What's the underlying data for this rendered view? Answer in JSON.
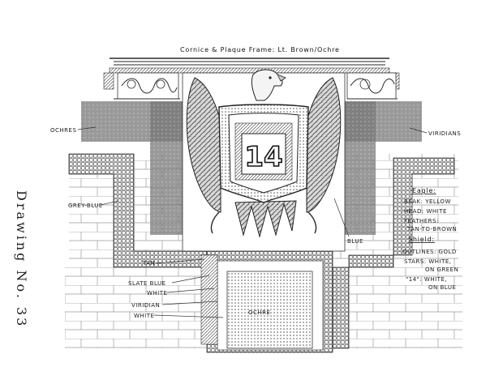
{
  "drawing_number": "Drawing No. 33",
  "title": "Cornice & Plaque Frame: Lt. Brown/Ochre",
  "plaque_number": "14",
  "left_labels": {
    "ochres": "Ochres",
    "grey_blue": "Grey-Blue",
    "tan": "Tan",
    "slate_blue": "Slate Blue",
    "white_1": "White",
    "viridian": "Viridian",
    "white_2": "White"
  },
  "center_labels": {
    "ochre": "Ochre",
    "blue": "Blue"
  },
  "right_labels": {
    "viridians": "Viridians"
  },
  "legend": {
    "eagle_heading": "Eagle:",
    "beak": "Beak: Yellow",
    "head": "Head: White",
    "feathers_1": "Feathers:",
    "feathers_2": "Tan-to-Brown",
    "shield_heading": "Shield:",
    "outlines": "Outlines: Gold",
    "stars_1": "Stars: White,",
    "stars_2": "on Green",
    "number_1": "\"14\": White,",
    "number_2": "on Blue"
  }
}
